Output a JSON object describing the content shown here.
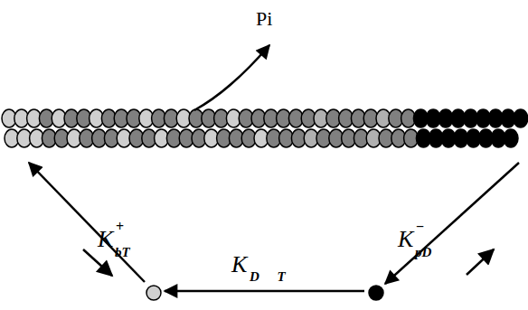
{
  "diagram": {
    "labels": [
      "Pi",
      "K",
      "+",
      "bT",
      "K",
      "−",
      "pD",
      "K",
      "D T"
    ]
  }
}
